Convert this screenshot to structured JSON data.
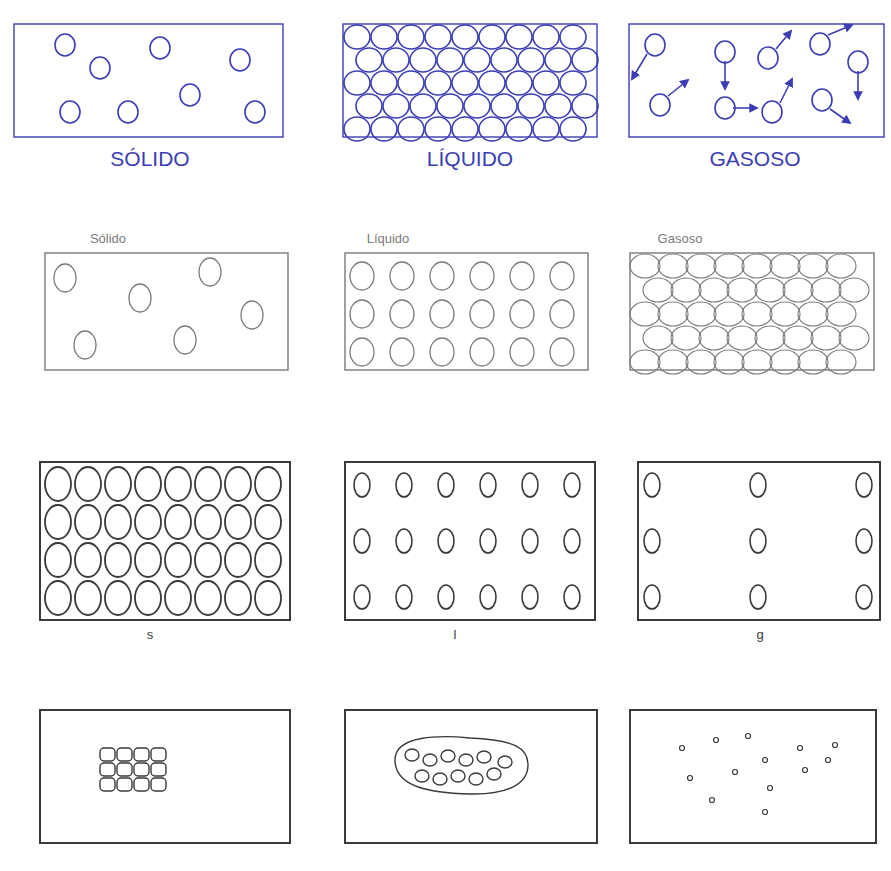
{
  "diagram": {
    "labels": [
      "SÓLIDO",
      "LÍQUIDO",
      "GASOSO",
      "Sólido",
      "Líquido",
      "Gasoso",
      "s",
      "l",
      "g"
    ]
  }
}
